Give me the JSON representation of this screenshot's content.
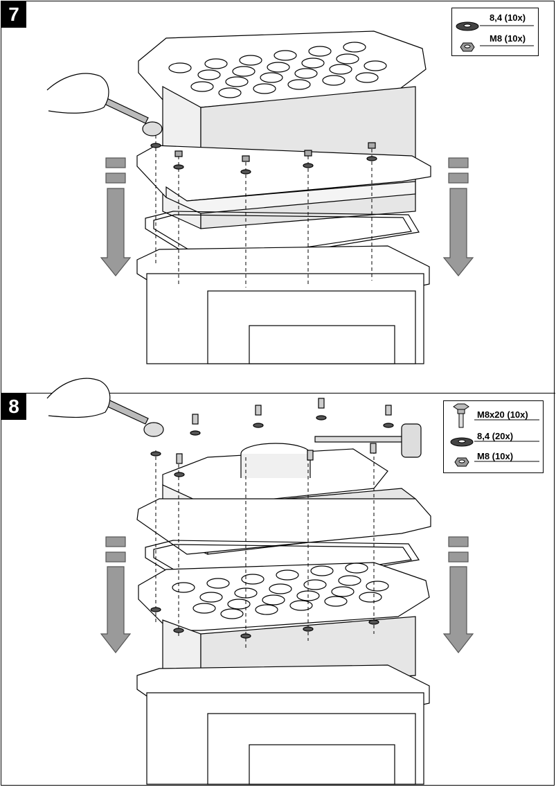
{
  "steps": [
    {
      "number": "7",
      "legend": [
        {
          "icon": "washer-icon",
          "label": "8,4 (10x)"
        },
        {
          "icon": "nut-icon",
          "label": "M8 (10x)"
        }
      ]
    },
    {
      "number": "8",
      "legend": [
        {
          "icon": "bolt-icon",
          "label": "M8x20 (10x)"
        },
        {
          "icon": "washer-icon",
          "label": "8,4 (20x)"
        },
        {
          "icon": "nut-icon",
          "label": "M8 (10x)"
        }
      ]
    }
  ],
  "colors": {
    "line": "#000000",
    "fill_light": "#e8e8e8",
    "arrow": "#9a9a9a"
  }
}
